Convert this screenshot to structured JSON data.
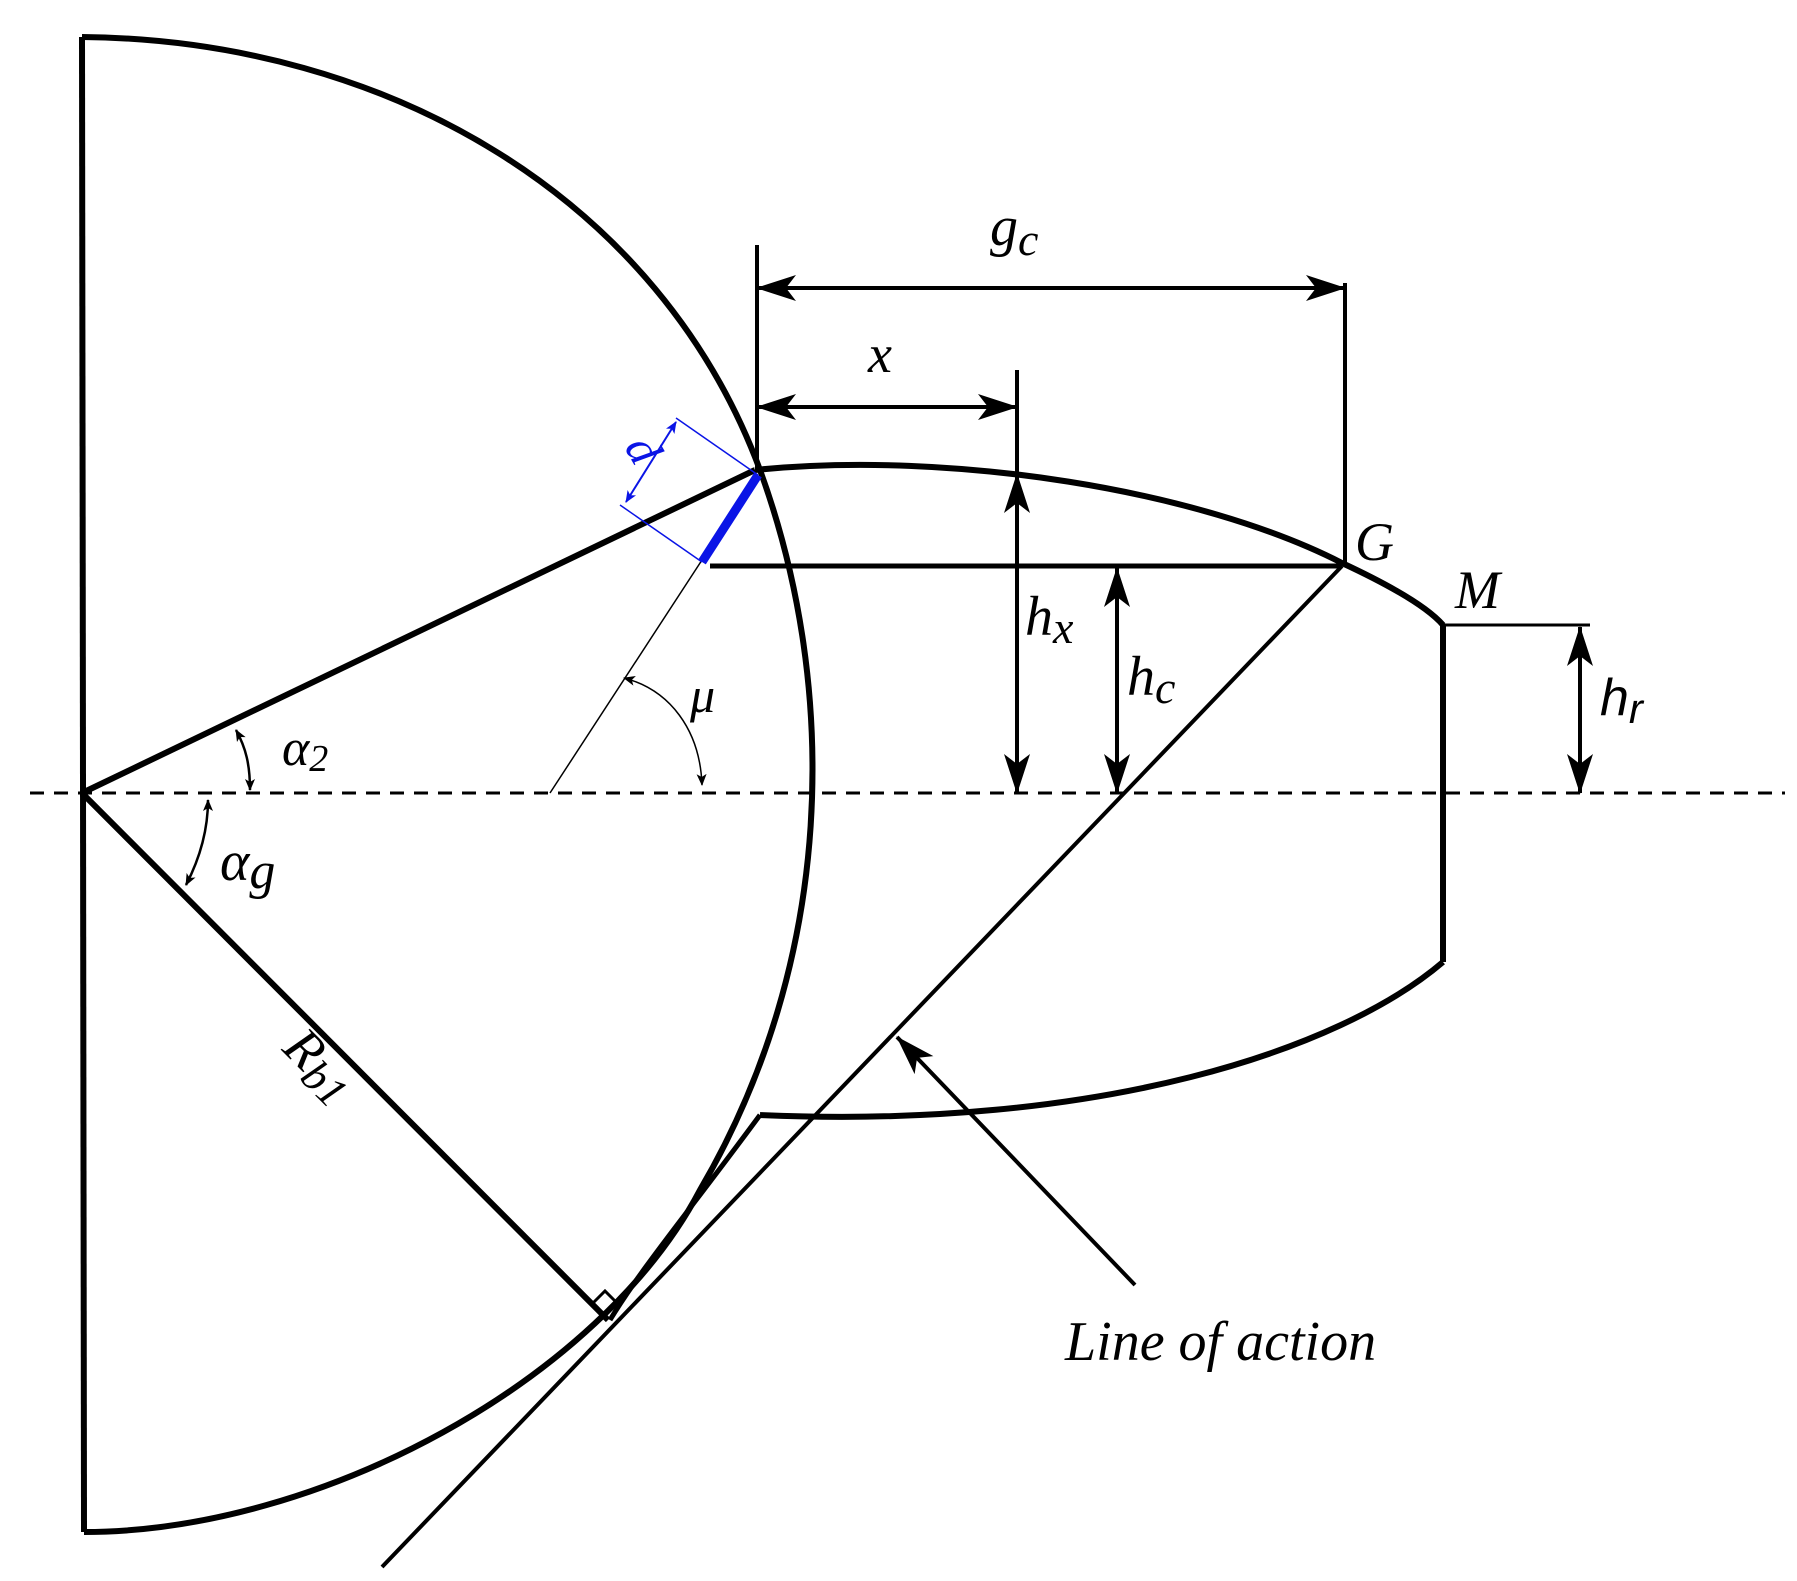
{
  "labels": {
    "g_main": "g",
    "g_sub": "c",
    "x": "x",
    "d": "d",
    "G": "G",
    "M": "M",
    "hx_main": "h",
    "hx_sub": "x",
    "hc_main": "h",
    "hc_sub": "c",
    "hr_main": "h",
    "hr_sub": "r",
    "mu": "μ",
    "alpha2_main": "α",
    "alpha2_sub": "2",
    "alphag_main": "α",
    "alphag_sub": "g",
    "rb_main": "R",
    "rb_sub": "b1",
    "line_of_action": "Line of action"
  },
  "colors": {
    "ink": "#000000",
    "highlight": "#0a14e6"
  }
}
